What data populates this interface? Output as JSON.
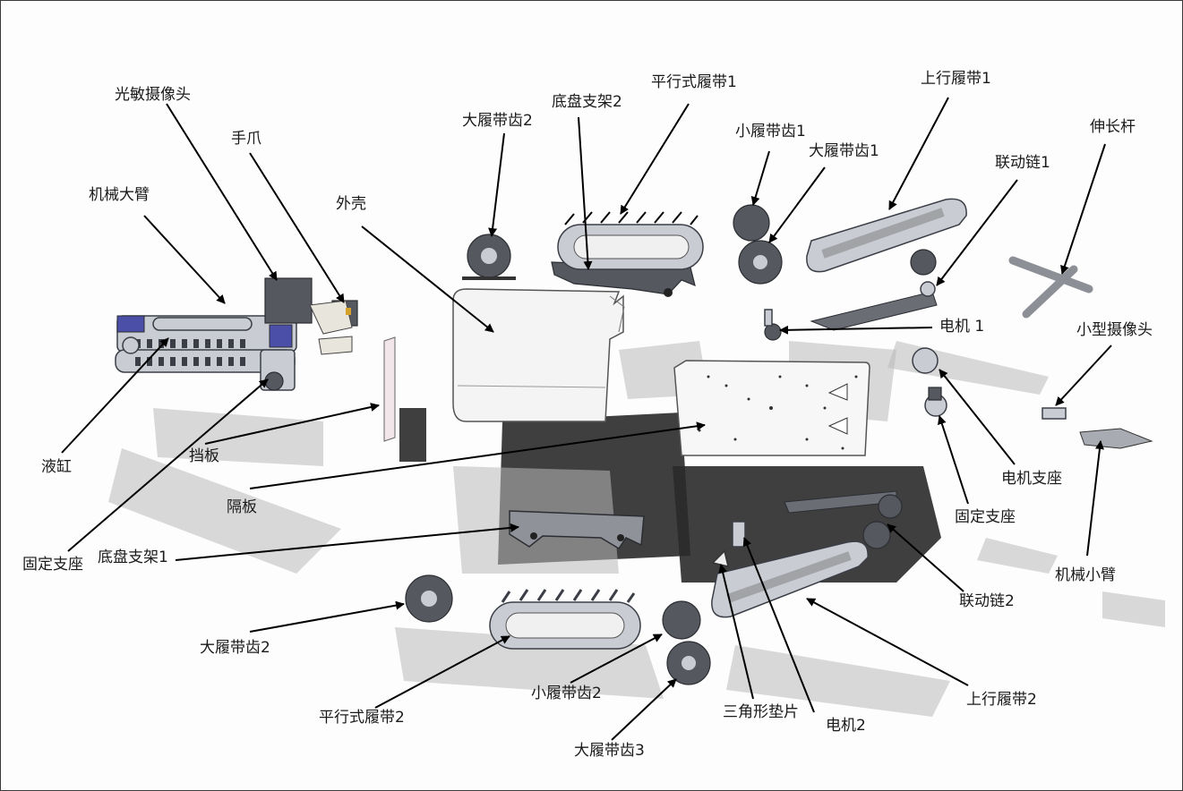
{
  "labels": {
    "camera_photosensitive": "光敏摄像头",
    "gripper": "手爪",
    "big_arm": "机械大臂",
    "shell": "外壳",
    "big_sprocket_2_top": "大履带齿2",
    "chassis_bracket_2": "底盘支架2",
    "parallel_track_1": "平行式履带1",
    "small_sprocket_1": "小履带齿1",
    "big_sprocket_1": "大履带齿1",
    "upward_track_1": "上行履带1",
    "link_chain_1": "联动链1",
    "extension_rod": "伸长杆",
    "motor_1": "电机 1",
    "small_camera": "小型摄像头",
    "motor_mount": "电机支座",
    "fixed_mount_right": "固定支座",
    "small_arm": "机械小臂",
    "link_chain_2": "联动链2",
    "upward_track_2": "上行履带2",
    "motor_2": "电机2",
    "triangle_shim": "三角形垫片",
    "big_sprocket_3": "大履带齿3",
    "small_sprocket_2": "小履带齿2",
    "parallel_track_2": "平行式履带2",
    "big_sprocket_2_bottom": "大履带齿2",
    "chassis_bracket_1": "底盘支架1",
    "fixed_mount_left": "固定支座",
    "partition": "隔板",
    "baffle": "挡板",
    "hydraulic_cylinder": "液缸"
  },
  "colors": {
    "metal": "#c9ccd3",
    "dark": "#55585f",
    "accent_blue": "#4b4fa8",
    "label_text": "#1a1a1a"
  }
}
